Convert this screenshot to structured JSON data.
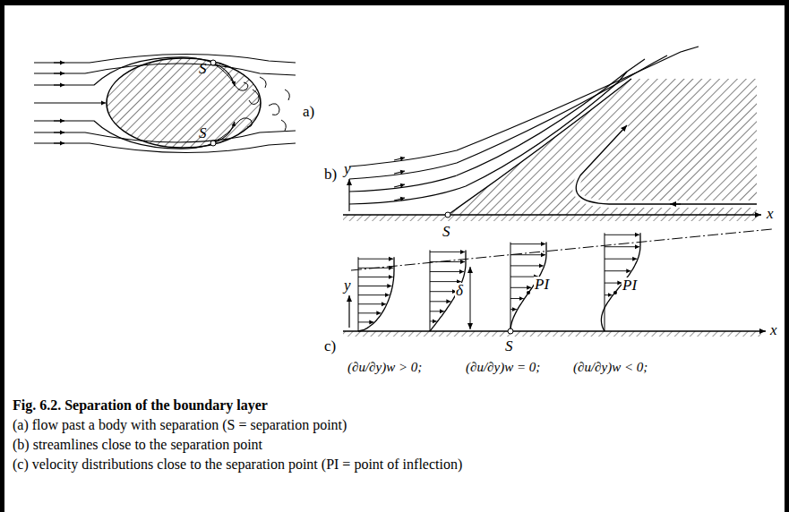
{
  "diagram": {
    "caption": "Fig. 6.2. Separation of the boundary layer",
    "labels": [
      "S",
      "S",
      "a)",
      "y",
      "b)",
      "x",
      "S",
      "y",
      "δ",
      "PI",
      "S",
      "PI",
      "x",
      "c)",
      "(∂u/∂y)w > 0;",
      "(∂u/∂y)w = 0;",
      "(∂u/∂y)w < 0;",
      "(a) flow past a body with separation (S = separation point)",
      "(b) streamlines close to the separation point",
      "(c) velocity distributions close to the separation point (PI = point of inflection)"
    ]
  }
}
